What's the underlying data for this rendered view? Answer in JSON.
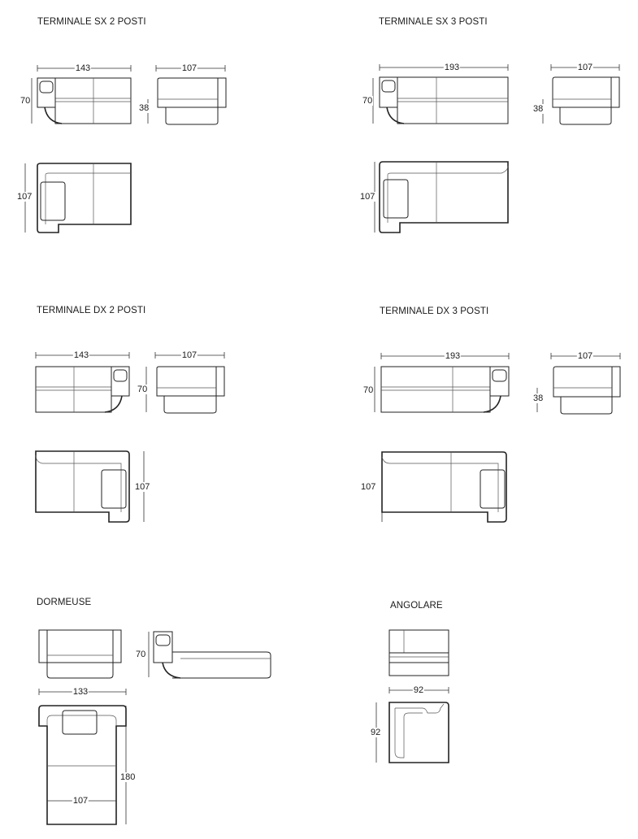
{
  "sections": [
    {
      "title": "TERMINALE SX 2 POSTI",
      "width": "143",
      "height": "70",
      "seat_height": "38",
      "depth": "107",
      "plan_depth": "107"
    },
    {
      "title": "TERMINALE SX 3 POSTI",
      "width": "193",
      "height": "70",
      "seat_height": "38",
      "depth": "107",
      "plan_depth": "107"
    },
    {
      "title": "TERMINALE DX 2 POSTI",
      "width": "143",
      "height": "70",
      "depth": "107",
      "plan_depth": "107"
    },
    {
      "title": "TERMINALE DX 3 POSTI",
      "width": "193",
      "height": "70",
      "seat_height": "38",
      "depth": "107",
      "plan_depth": "107"
    },
    {
      "title": "DORMEUSE",
      "height": "70",
      "width": "133",
      "length": "180",
      "inner_width": "107"
    },
    {
      "title": "ANGOLARE",
      "width": "92",
      "depth": "92"
    }
  ]
}
